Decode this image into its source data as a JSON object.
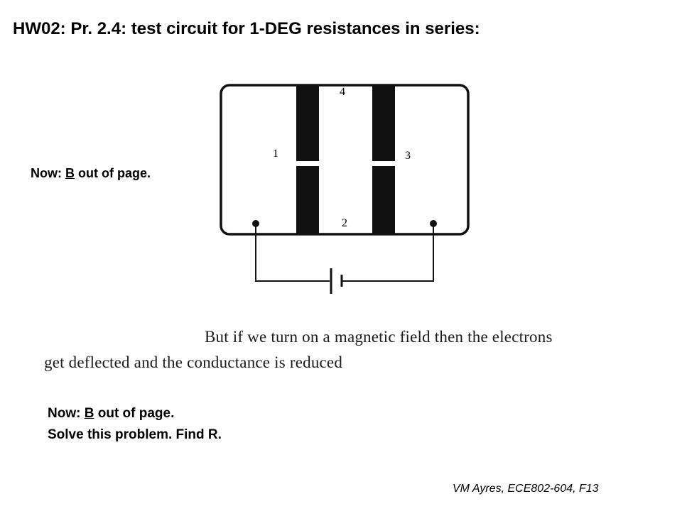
{
  "slide": {
    "title": "HW02: Pr. 2.4: test circuit for 1-DEG resistances in series:",
    "note_left": {
      "prefix": "Now: ",
      "symbol": "B",
      "suffix": " out of page."
    },
    "note_bottom": {
      "line1": {
        "prefix": "Now: ",
        "symbol": "B",
        "suffix": " out of page."
      },
      "line2": "Solve this problem. Find R."
    },
    "scanned_text": {
      "line1": "But if we turn on a magnetic field then the electrons",
      "line2": "get deflected and the conductance is reduced"
    },
    "footer": "VM Ayres, ECE802-604, F13"
  },
  "circuit": {
    "terminal_labels": {
      "t1": "1",
      "t2": "2",
      "t3": "3",
      "t4": "4"
    }
  }
}
